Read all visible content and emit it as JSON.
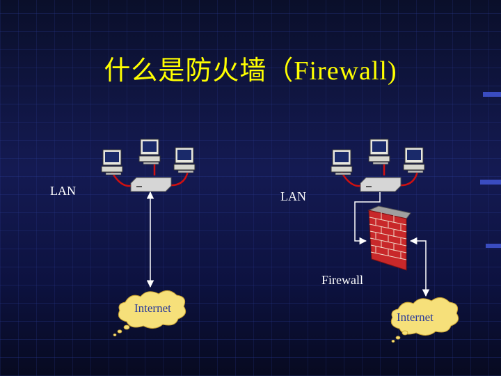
{
  "title": "什么是防火墙（Firewall)",
  "left": {
    "lan_label": "LAN",
    "internet_label": "Internet"
  },
  "right": {
    "lan_label": "LAN",
    "firewall_label": "Firewall",
    "internet_label": "Internet"
  },
  "colors": {
    "title": "#ffff00",
    "cable": "#d01010",
    "link": "#ffffff",
    "cloud": "#f6e07a",
    "brick": "#c8282a",
    "internet_text": "#2a3a9a"
  }
}
